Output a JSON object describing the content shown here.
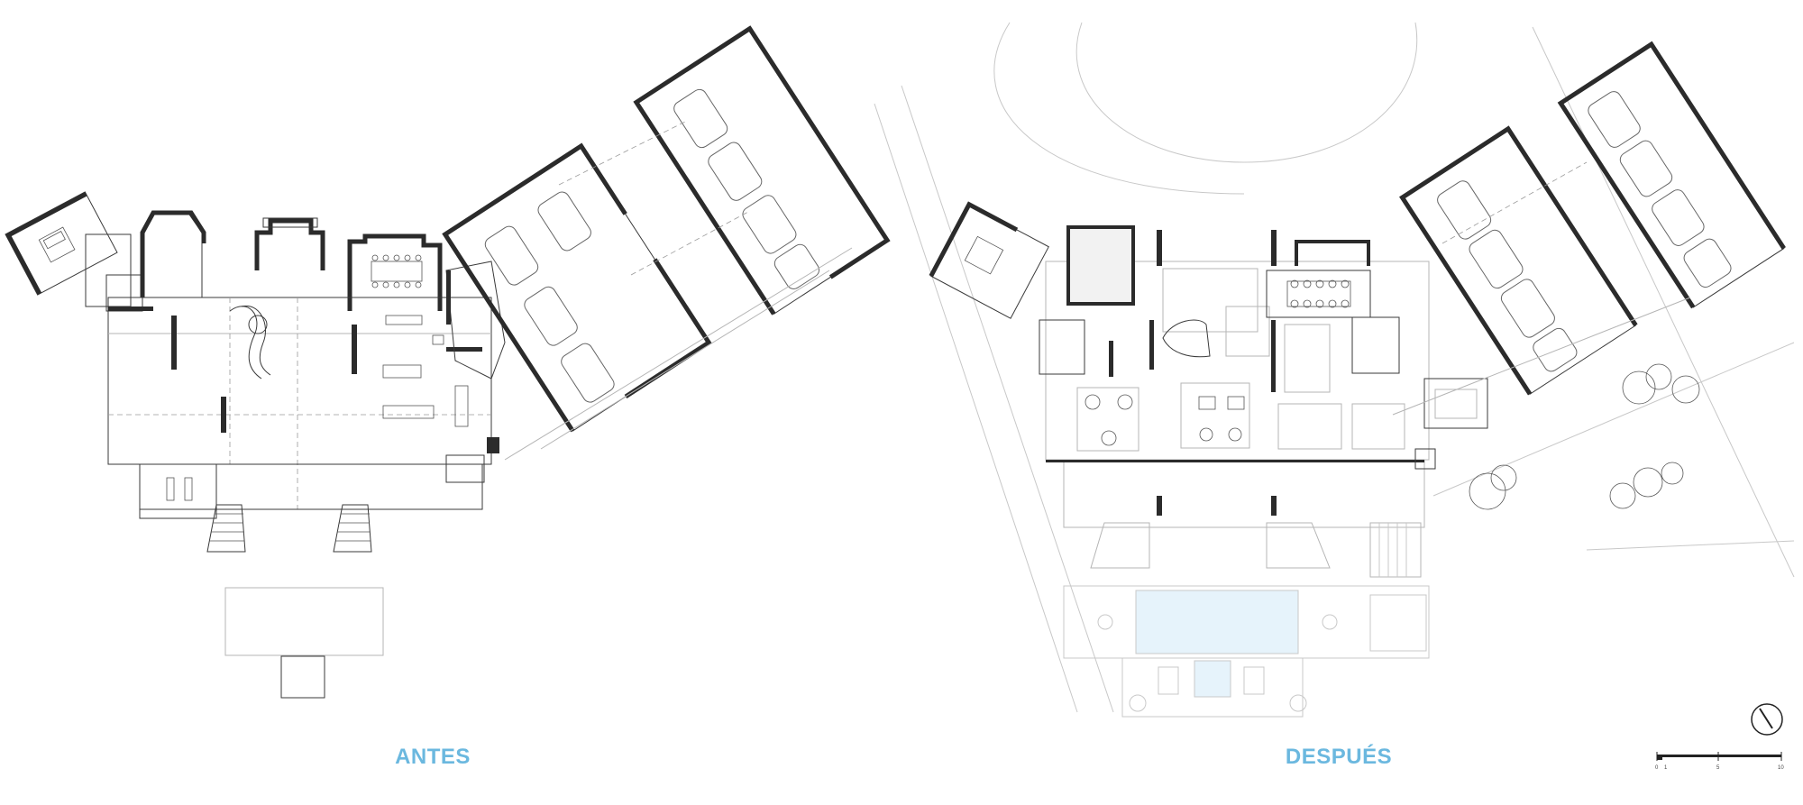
{
  "labels": {
    "before": "ANTES",
    "after": "DESPUÉS"
  },
  "scale_bar": {
    "ticks": [
      "0",
      "1",
      "5",
      "10"
    ]
  },
  "north_icon": "north-arrow-icon",
  "colors": {
    "label": "#6bb8df",
    "wall": "#2b2b2b",
    "pool": "#e6f3fb",
    "line": "#b5b5b5"
  }
}
